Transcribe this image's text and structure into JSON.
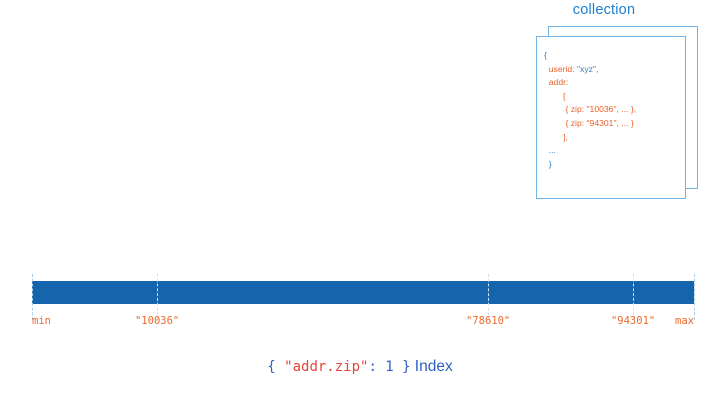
{
  "collection": {
    "title": "collection",
    "document_lines": [
      {
        "segments": [
          {
            "text": "{",
            "color": "blue"
          }
        ]
      },
      {
        "segments": [
          {
            "text": "  userid: ",
            "color": "orange"
          },
          {
            "text": "\"xyz\"",
            "color": "blue"
          },
          {
            "text": ",",
            "color": "orange"
          }
        ]
      },
      {
        "segments": [
          {
            "text": "  addr:",
            "color": "orange"
          }
        ]
      },
      {
        "segments": [
          {
            "text": "        [",
            "color": "orange"
          }
        ]
      },
      {
        "segments": [
          {
            "text": "         { zip: \"10036\", ... },",
            "color": "orange"
          }
        ]
      },
      {
        "segments": [
          {
            "text": "         { zip: \"94301\", ... }",
            "color": "orange"
          }
        ]
      },
      {
        "segments": [
          {
            "text": "        ],",
            "color": "orange"
          }
        ]
      },
      {
        "segments": [
          {
            "text": "  ...",
            "color": "blue"
          }
        ]
      },
      {
        "segments": [
          {
            "text": "  }",
            "color": "blue"
          }
        ]
      }
    ]
  },
  "index_bar": {
    "bar_color": "#1565ad",
    "ticks": [
      {
        "label": "min",
        "position_pct": 0,
        "align": "left"
      },
      {
        "label": "\"10036\"",
        "position_pct": 18.9,
        "align": "center"
      },
      {
        "label": "\"78610\"",
        "position_pct": 68.9,
        "align": "center"
      },
      {
        "label": "\"94301\"",
        "position_pct": 90.8,
        "align": "center"
      },
      {
        "label": "max",
        "position_pct": 100,
        "align": "right"
      }
    ]
  },
  "caption": {
    "open_brace": "{",
    "key": "\"addr.zip\"",
    "colon_value": ": 1 }",
    "suffix": "Index"
  },
  "colors": {
    "bar_blue": "#1565ad",
    "card_border_blue": "#72b4e3",
    "doc_blue": "#2b7fc4",
    "doc_orange": "#e8622a",
    "tick_orange": "#ec6a2c",
    "caption_blue": "#2f5ec4",
    "caption_red": "#e8443c"
  }
}
